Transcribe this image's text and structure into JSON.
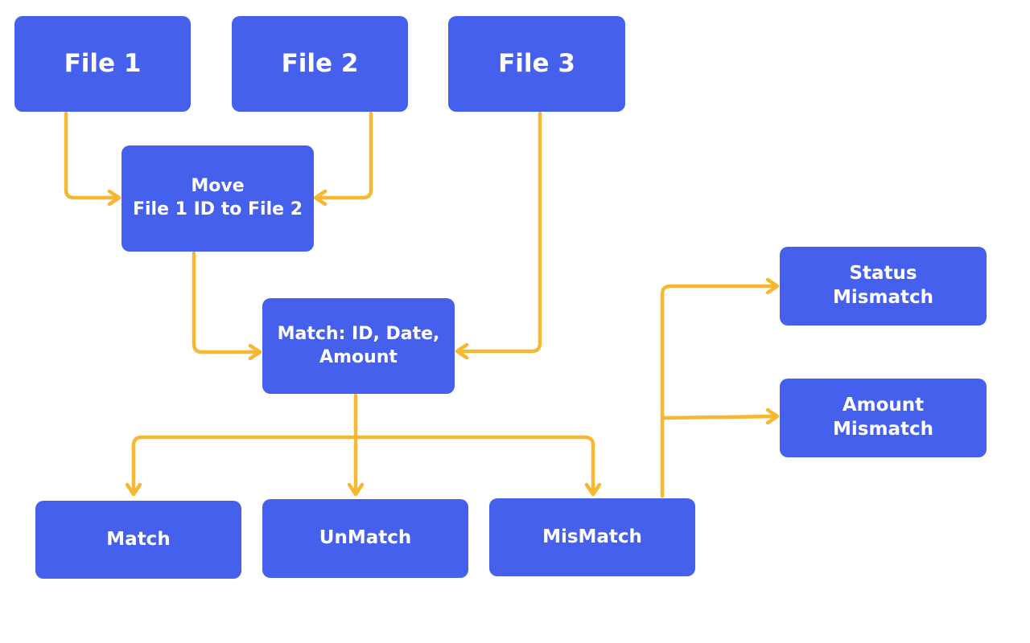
{
  "colors": {
    "box_fill": "#4660ee",
    "box_text": "#ffffff",
    "connector": "#f7b731",
    "background": "#ffffff"
  },
  "nodes": {
    "file1": "File 1",
    "file2": "File 2",
    "file3": "File 3",
    "move": "Move\nFile 1 ID to File 2",
    "match_criteria": "Match: ID, Date,\nAmount",
    "match": "Match",
    "unmatch": "UnMatch",
    "mismatch": "MisMatch",
    "status_mismatch": "Status\nMismatch",
    "amount_mismatch": "Amount\nMismatch"
  },
  "edges": [
    {
      "from": "file1",
      "to": "move"
    },
    {
      "from": "file2",
      "to": "move"
    },
    {
      "from": "move",
      "to": "match_criteria"
    },
    {
      "from": "file3",
      "to": "match_criteria"
    },
    {
      "from": "match_criteria",
      "to": "match"
    },
    {
      "from": "match_criteria",
      "to": "unmatch"
    },
    {
      "from": "match_criteria",
      "to": "mismatch"
    },
    {
      "from": "mismatch",
      "to": "status_mismatch"
    },
    {
      "from": "mismatch",
      "to": "amount_mismatch"
    }
  ]
}
